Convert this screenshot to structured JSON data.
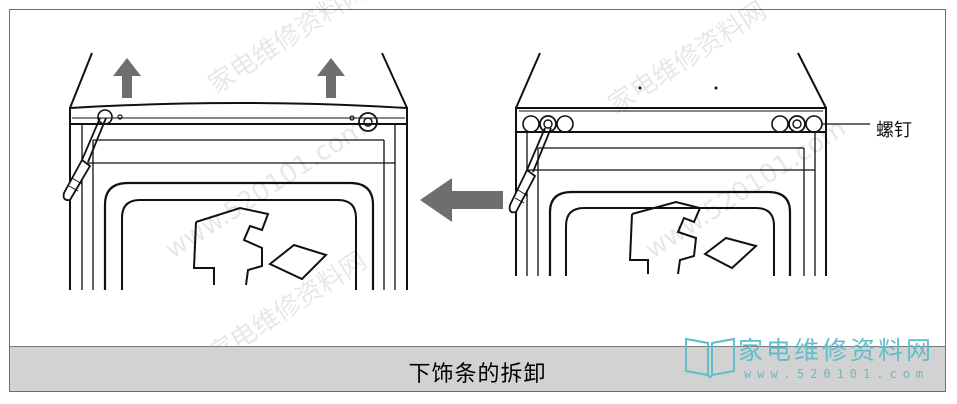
{
  "caption": "下饰条的拆卸",
  "screw_label": "螺钉",
  "brand": {
    "name": "家电维修资料网",
    "url": "www.520101.com"
  },
  "watermarks": [
    "家电维修资料网",
    "www.520101.com",
    "家电维修资料网",
    "www.520101.com",
    "家电维修资料网"
  ],
  "colors": {
    "caption_bar": "#d2d2d2",
    "brand": "#5fbecb",
    "arrow": "#6e6e6e"
  }
}
